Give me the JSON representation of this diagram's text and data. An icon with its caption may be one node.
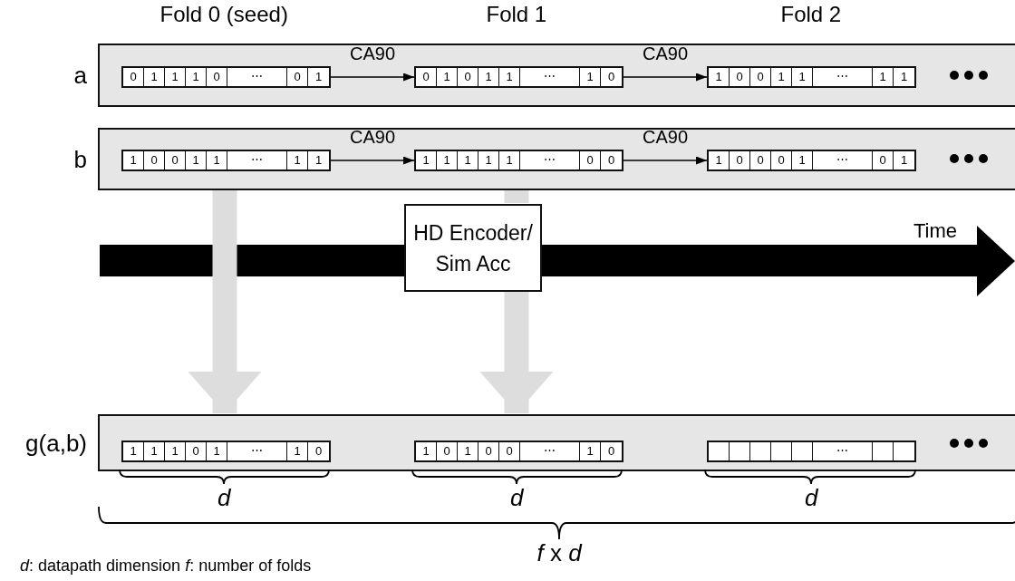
{
  "diagram": {
    "nodes": [
      {
        "text": [
          "a"
        ]
      },
      {
        "text": [
          "0",
          "1",
          "1",
          "1",
          "0",
          "⋯",
          "0",
          "1"
        ],
        "in": 0
      },
      {
        "text": [
          "0",
          "1",
          "0",
          "1",
          "1",
          "⋯",
          "1",
          "0"
        ],
        "in": 0
      },
      {
        "text": [
          "1",
          "0",
          "0",
          "1",
          "1",
          "⋯",
          "1",
          "1"
        ],
        "in": 0
      },
      {
        "text": [
          "b"
        ]
      },
      {
        "text": [
          "1",
          "0",
          "0",
          "1",
          "1",
          "⋯",
          "1",
          "1"
        ],
        "in": 4
      },
      {
        "text": [
          "1",
          "1",
          "1",
          "1",
          "1",
          "⋯",
          "0",
          "0"
        ],
        "in": 4
      },
      {
        "text": [
          "1",
          "0",
          "0",
          "0",
          "1",
          "⋯",
          "0",
          "1"
        ],
        "in": 4
      },
      {
        "text": [
          "HD Encoder/ Sim Acc"
        ]
      },
      {
        "text": [
          "g(a,b)"
        ]
      },
      {
        "text": [
          "1",
          "1",
          "1",
          "0",
          "1",
          "⋯",
          "1",
          "0"
        ],
        "in": 9
      },
      {
        "text": [
          "1",
          "0",
          "1",
          "0",
          "0",
          "⋯",
          "1",
          "0"
        ],
        "in": 9
      },
      {
        "text": [
          "⋯"
        ],
        "in": 9
      }
    ],
    "edges": [
      {
        "from": 1,
        "to": 2,
        "arrow": "to",
        "label": "CA90"
      },
      {
        "from": 2,
        "to": 3,
        "arrow": "to",
        "label": "CA90"
      },
      {
        "from": 5,
        "to": 6,
        "arrow": "to",
        "label": "CA90"
      },
      {
        "from": 6,
        "to": 7,
        "arrow": "to",
        "label": "CA90"
      },
      {
        "from": 4,
        "to": 9,
        "arrow": "to",
        "style": "thick",
        "color": "#dddddd"
      },
      {
        "from": 4,
        "to": 8,
        "arrow": "none",
        "style": "thick",
        "color": "#dddddd"
      },
      {
        "from": 8,
        "to": 9,
        "arrow": "to",
        "style": "thick",
        "color": "#dddddd"
      }
    ],
    "labels": [
      "Fold 0 (seed)",
      "Fold 1",
      "Fold 2",
      "Time",
      "d",
      "d",
      "d",
      "*f* x *d*",
      "*d*: datapath dimension *f*: number of folds"
    ]
  }
}
